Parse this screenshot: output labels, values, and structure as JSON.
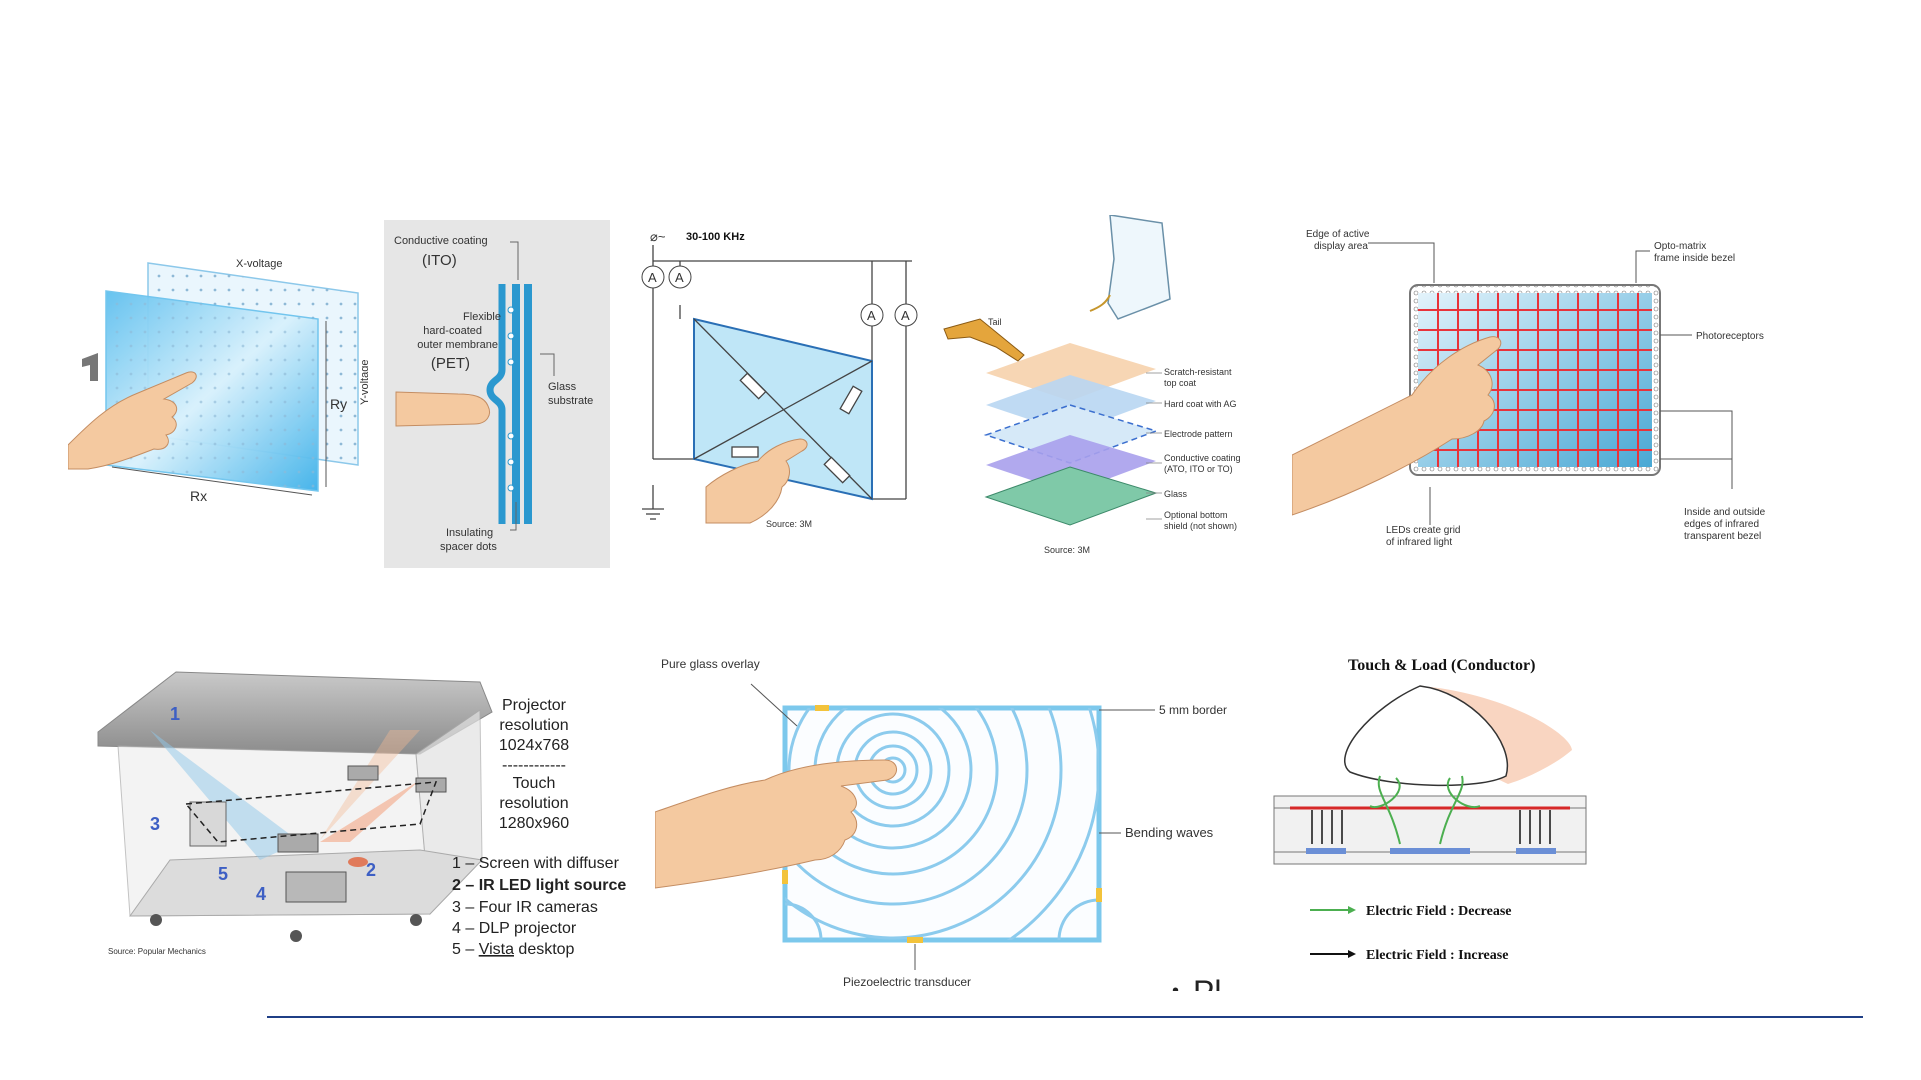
{
  "colors": {
    "rule": "#1f3f86",
    "glass_blue": "#7cc8ec",
    "finger_skin": "#f4c9a0",
    "red_grid": "#e8333a",
    "electrode_red": "#d62828",
    "field_green": "#4caf50"
  },
  "resistive": {
    "x_voltage": "X-voltage",
    "y_voltage": "Y-voltage",
    "rx": "Rx",
    "ry": "Ry"
  },
  "resistive_cross": {
    "conductive_coating_line1": "Conductive coating",
    "conductive_coating_line2": "(ITO)",
    "flexible_line1": "Flexible",
    "flexible_line2": "hard-coated",
    "flexible_line3": "outer membrane",
    "flexible_line4": "(PET)",
    "glass_line1": "Glass",
    "glass_line2": "substrate",
    "insulating_line1": "Insulating",
    "insulating_line2": "spacer dots"
  },
  "capacitive_circuit": {
    "ac_symbol": "⌀~",
    "frequency": "30-100 KHz",
    "ammeter": "A",
    "source": "Source: 3M"
  },
  "capacitive_layers": {
    "tail": "Tail",
    "scratch_line1": "Scratch-resistant",
    "scratch_line2": "top coat",
    "hard_coat": "Hard coat with AG",
    "electrode": "Electrode pattern",
    "conductive_line1": "Conductive coating",
    "conductive_line2": "(ATO, ITO or TO)",
    "glass": "Glass",
    "optional_line1": "Optional bottom",
    "optional_line2": "shield (not shown)",
    "source": "Source: 3M"
  },
  "infrared": {
    "edge_line1": "Edge of active",
    "edge_line2": "display area",
    "opto_line1": "Opto-matrix",
    "opto_line2": "frame inside bezel",
    "photoreceptors": "Photoreceptors",
    "leds_line1": "LEDs create grid",
    "leds_line2": "of infrared light",
    "inside_line1": "Inside and outside",
    "inside_line2": "edges of infrared",
    "inside_line3": "transparent bezel"
  },
  "surface_table": {
    "projector_line1": "Projector",
    "projector_line2": "resolution",
    "projector_line3": "1024x768",
    "dashes": "------------",
    "touch_line1": "Touch",
    "touch_line2": "resolution",
    "touch_line3": "1280x960",
    "item1": "1 – Screen with diffuser",
    "item2": "2 – IR LED light source",
    "item3": "3 – Four IR cameras",
    "item4": "4 – DLP projector",
    "item5_prefix": "5 – ",
    "item5_underlined": "Vista",
    "item5_suffix": " desktop",
    "source": "Source: Popular Mechanics",
    "num1": "1",
    "num2": "2",
    "num3": "3",
    "num4": "4",
    "num5": "5"
  },
  "acoustic": {
    "overlay": "Pure glass overlay",
    "border": "5 mm border",
    "bending": "Bending waves",
    "piezo": "Piezoelectric transducer"
  },
  "touch_load": {
    "title": "Touch & Load (Conductor)",
    "decrease": "Electric Field : Decrease",
    "increase": "Electric Field : Increase"
  },
  "bullet_fragment": "Pl"
}
